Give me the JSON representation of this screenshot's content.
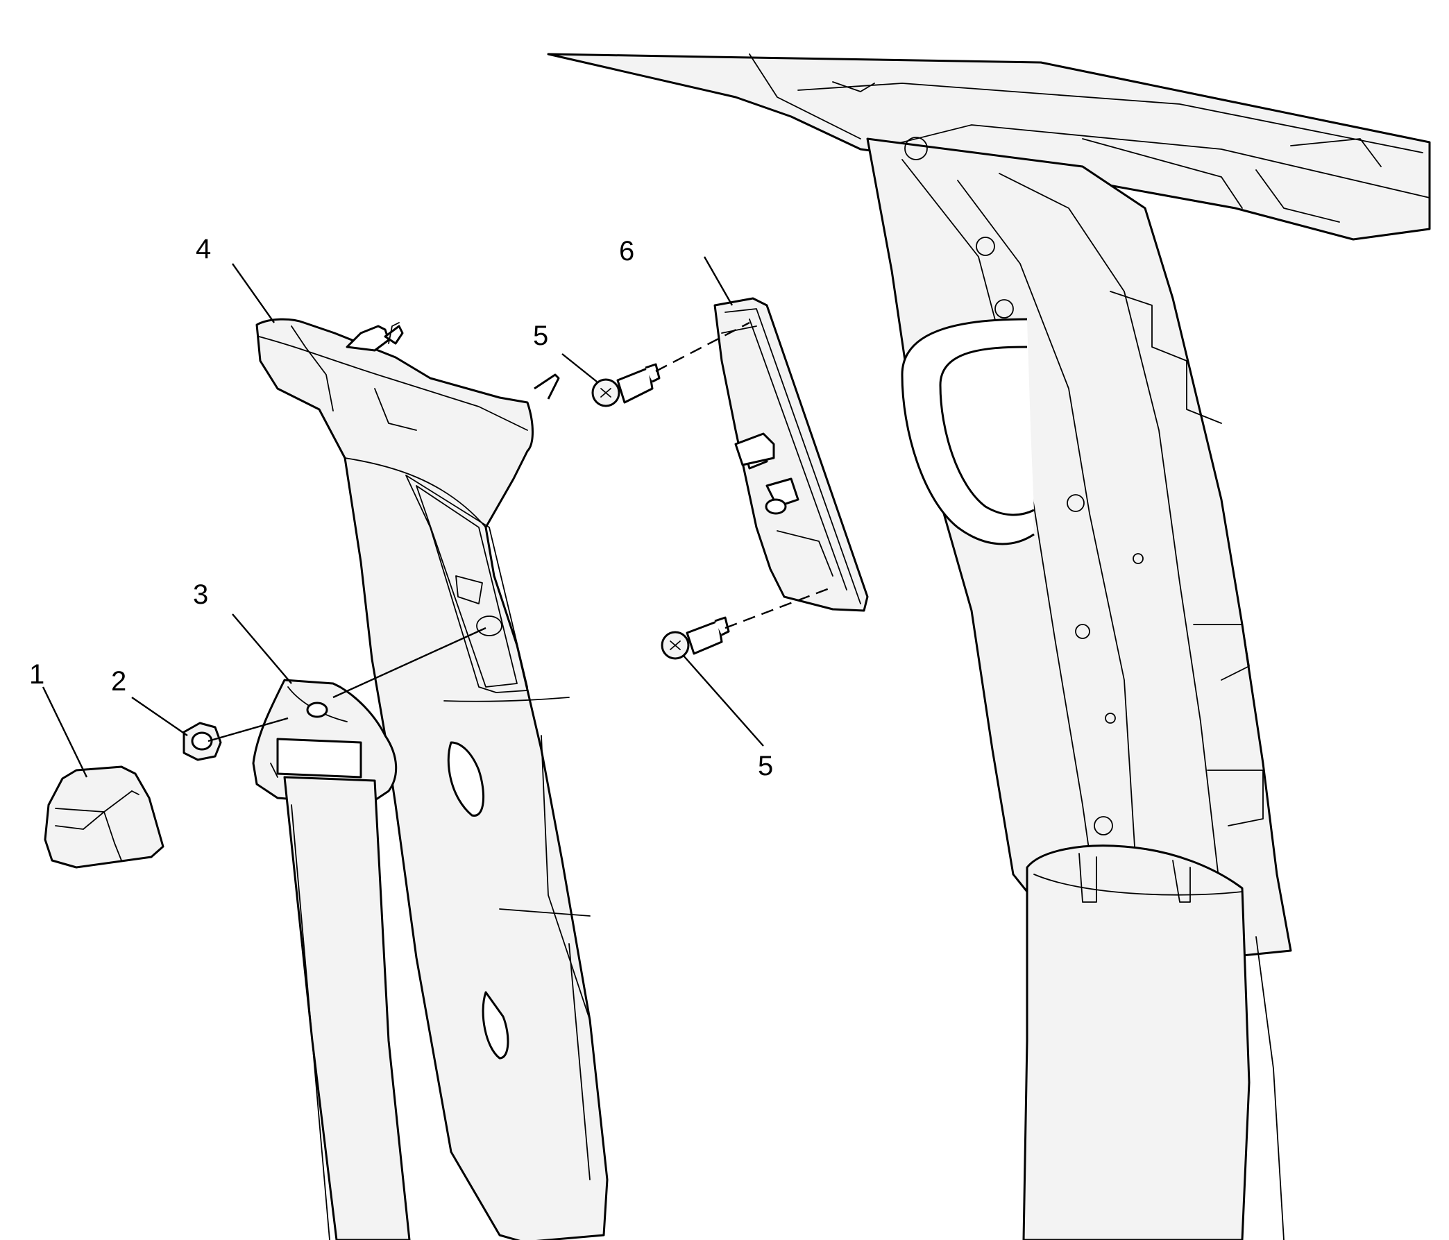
{
  "callouts": {
    "c1": "1",
    "c2": "2",
    "c3": "3",
    "c4": "4",
    "c5a": "5",
    "c5b": "5",
    "c6": "6"
  }
}
